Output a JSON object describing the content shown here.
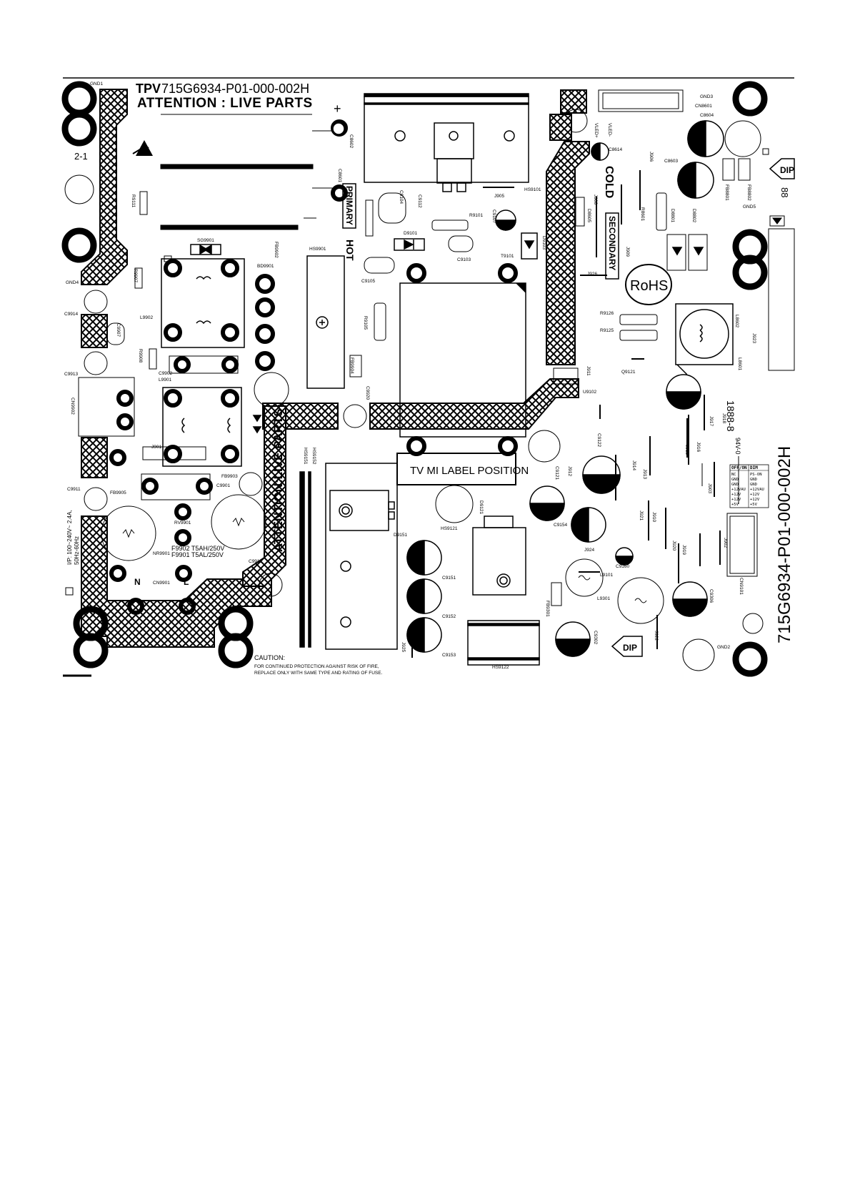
{
  "board": {
    "brand": "TPV",
    "model": "715G6934-P01-000-002H",
    "warning_top": "ATTENTION : LIVE PARTS",
    "warning_side": "ATTENTION:LIVE PARTS",
    "model_side": "715G6934-P01-000-002H",
    "primary": "PRIMARY",
    "hot": "HOT",
    "cold": "COLD",
    "secondary": "SECONDARY",
    "rohs": "RoHS",
    "dip": "DIP",
    "label_position": "TV MI LABEL POSITION",
    "version": "2-1",
    "caution_title": "CAUTION:",
    "caution_line1": "FOR CONTINUED PROTECTION AGAINST RISK OF FIRE,",
    "caution_line2": "REPLACE ONLY WITH SAME TYPE AND RATING  OF FUSE.",
    "input_rating_1": "I/P: 100~240V~ 2.4A,",
    "input_rating_2": "50Hz-60Hz",
    "fuse_1": "F9902 T5AH/250V",
    "fuse_2": "F9901 T5AL/250V",
    "ul_code": "94V-0",
    "digits": "1888-8",
    "segment": "88"
  },
  "refs": {
    "gnd1": "GND1",
    "gnd2": "GND2",
    "gnd3": "GND3",
    "gnd4": "GND4",
    "gnd5": "GND5",
    "cn8601": "CN8601",
    "c8604": "C8604",
    "c8603": "C8603",
    "c8614": "C8614",
    "vled_pos": "VLED+",
    "vled_neg": "VLED-",
    "fb8801": "FB8801",
    "fb8802": "FB8802",
    "r8601": "R8601",
    "d8801": "D8801",
    "d8802": "D8802",
    "d8605": "D8605",
    "j908": "J908",
    "j906": "J906",
    "j909": "J909",
    "j926": "J926",
    "c8602": "C8602",
    "c8601": "C8601",
    "r9111": "R9111",
    "sg9901": "SG9901",
    "bd9901": "BD9901",
    "hs9901": "HS9901",
    "r9907": "R9907",
    "r9908": "R9908",
    "l9902": "L9902",
    "c9907": "C9907",
    "c9914": "C9914",
    "c9913": "C9913",
    "c9902": "C9902",
    "l9901": "L9901",
    "cn9902": "CN9902",
    "j901": "J901",
    "fb9902": "FB9902",
    "fb9903": "FB9903",
    "fb9905": "FB9905",
    "c9901": "C9901",
    "c9911": "C9911",
    "c9912": "C9912",
    "rv9901": "RV9901",
    "nr9901": "NR9901",
    "cn9901": "CN9901",
    "n": "N",
    "l": "L",
    "c9105": "C9105",
    "r9105": "R9105",
    "fb9904": "FB9904",
    "c9920": "C9920",
    "c9104": "C9104",
    "c9112": "C9112",
    "d9101": "D9101",
    "r9101": "R9101",
    "c9103": "C9103",
    "c9107": "C9107",
    "d9103": "D9103",
    "j905": "J905",
    "hs9101": "HS9101",
    "t9101": "T9101",
    "u9102": "U9102",
    "q9121": "Q9121",
    "r9125": "R9125",
    "r9126": "R9126",
    "j911": "J911",
    "l8602": "L8602",
    "l8601": "L8601",
    "j923": "J923",
    "hs9151": "HS9151",
    "hs9152": "HS9152",
    "hs9121": "HS9121",
    "hs9122": "HS9122",
    "d9151": "D9151",
    "d9121": "D9121",
    "c9151": "C9151",
    "c9152": "C9152",
    "c9153": "C9153",
    "j925": "J925",
    "c9121": "C9121",
    "c9122": "C9122",
    "c9154": "C9154",
    "j912": "J912",
    "j914": "J914",
    "j913": "J913",
    "j921": "J921",
    "j910": "J910",
    "j924": "J924",
    "c9160": "C9160",
    "l9101": "L9101",
    "l9301": "L9301",
    "fb9301": "FB9301",
    "c9302": "C9302",
    "c9306": "C9306",
    "j922": "J922",
    "j920": "J920",
    "j919": "J919",
    "j902": "J902",
    "j903": "J903",
    "j915": "J915",
    "j916": "J916",
    "j917": "J917",
    "j918": "J918",
    "cn9101": "CN9101"
  },
  "pin_table": {
    "headers": [
      "OFF/ON",
      "DIM"
    ],
    "rows": [
      [
        "NC",
        "PS-ON"
      ],
      [
        "GND",
        "GND"
      ],
      [
        "GND",
        "GND"
      ],
      [
        "+12VAU",
        "+12VAU"
      ],
      [
        "+12V",
        "+12V"
      ],
      [
        "+12V",
        "+12V"
      ],
      [
        "+5V",
        "+5V"
      ]
    ]
  }
}
